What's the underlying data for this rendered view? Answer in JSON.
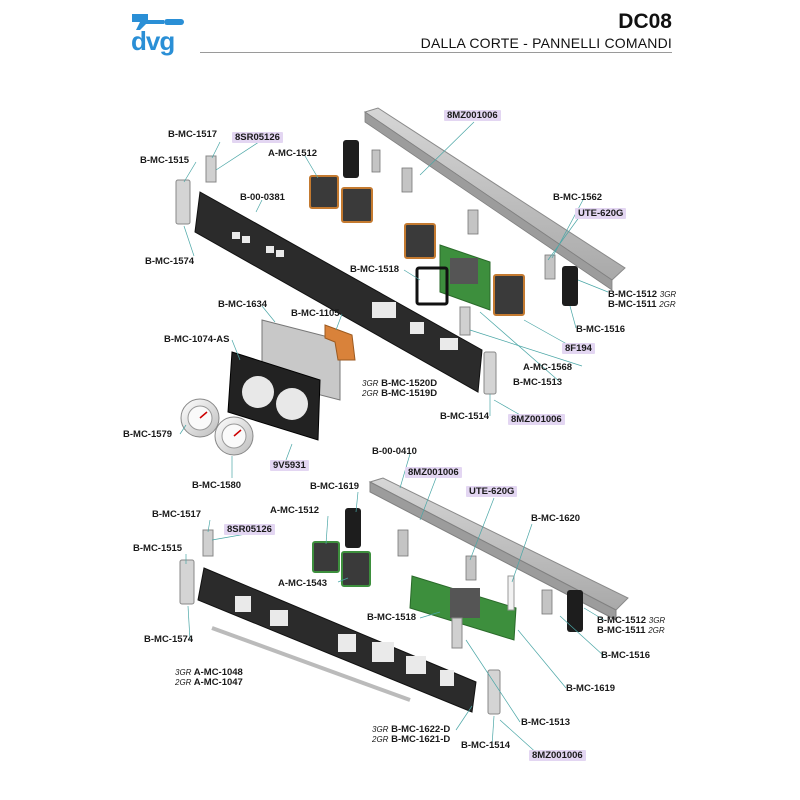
{
  "brand": {
    "logo_text": "dvg",
    "color": "#2a8fd6"
  },
  "header": {
    "code": "DC08",
    "subtitle": "DALLA CORTE - PANNELLI COMANDI"
  },
  "colors": {
    "highlight_bg": "#e3d6f2",
    "panel": "#2b2b2b",
    "rail": "#bdbdbd",
    "pcb": "#3d8f3d",
    "orange": "#d9823a",
    "leader": "#4aa6a6"
  },
  "labels": {
    "b_mc_1517_top": "B-MC-1517",
    "8sr05126_top": "8SR05126",
    "b_mc_1515_top": "B-MC-1515",
    "a_mc_1512_top": "A-MC-1512",
    "b_00_0381": "B-00-0381",
    "b_mc_1574_top": "B-MC-1574",
    "8mz001006_top1": "8MZ001006",
    "b_mc_1562": "B-MC-1562",
    "ute_620g_top": "UTE-620G",
    "b_mc_1518_top": "B-MC-1518",
    "b_mc_1512_right_top": "B-MC-1512",
    "b_mc_1512_right_top_suf": "3GR",
    "b_mc_1511_right_top": "B-MC-1511",
    "b_mc_1511_right_top_suf": "2GR",
    "b_mc_1516_top": "B-MC-1516",
    "b_mc_1634": "B-MC-1634",
    "b_mc_1105": "B-MC-1105",
    "b_mc_1074_as": "B-MC-1074-AS",
    "8f194": "8F194",
    "a_mc_1568": "A-MC-1568",
    "b_mc_1520d_pre": "3GR",
    "b_mc_1520d": "B-MC-1520D",
    "b_mc_1519d_pre": "2GR",
    "b_mc_1519d": "B-MC-1519D",
    "b_mc_1513_top": "B-MC-1513",
    "b_mc_1514_top": "B-MC-1514",
    "8mz001006_top2": "8MZ001006",
    "b_mc_1579": "B-MC-1579",
    "9v5931": "9V5931",
    "b_mc_1580": "B-MC-1580",
    "b_00_0410": "B-00-0410",
    "8mz001006_bot1": "8MZ001006",
    "b_mc_1619_top": "B-MC-1619",
    "ute_620g_bot": "UTE-620G",
    "b_mc_1517_bot": "B-MC-1517",
    "a_mc_1512_bot": "A-MC-1512",
    "b_mc_1620": "B-MC-1620",
    "8sr05126_bot": "8SR05126",
    "b_mc_1515_bot": "B-MC-1515",
    "a_mc_1543": "A-MC-1543",
    "b_mc_1518_bot": "B-MC-1518",
    "b_mc_1512_right_bot": "B-MC-1512",
    "b_mc_1512_right_bot_suf": "3GR",
    "b_mc_1511_right_bot": "B-MC-1511",
    "b_mc_1511_right_bot_suf": "2GR",
    "b_mc_1574_bot": "B-MC-1574",
    "b_mc_1516_bot": "B-MC-1516",
    "a_mc_1048_pre": "3GR",
    "a_mc_1048": "A-MC-1048",
    "a_mc_1047_pre": "2GR",
    "a_mc_1047": "A-MC-1047",
    "b_mc_1619_bot": "B-MC-1619",
    "b_mc_1622_d_pre": "3GR",
    "b_mc_1622_d": "B-MC-1622-D",
    "b_mc_1621_d_pre": "2GR",
    "b_mc_1621_d": "B-MC-1621-D",
    "b_mc_1513_bot": "B-MC-1513",
    "b_mc_1514_bot": "B-MC-1514",
    "8mz001006_bot2": "8MZ001006"
  }
}
